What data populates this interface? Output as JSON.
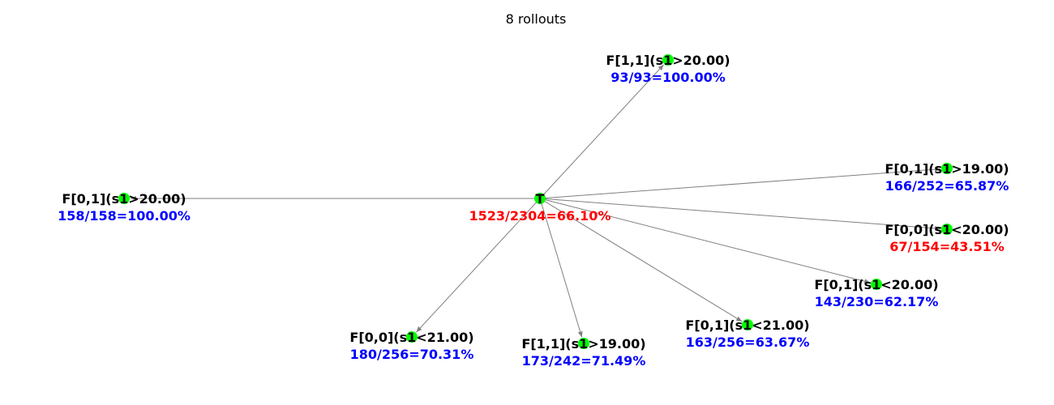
{
  "title": "8 rollouts",
  "colors": {
    "node_fill": "#00ff00",
    "edge": "#808080",
    "label_dark": "#000000",
    "stat_good": "#0000ff",
    "stat_bad": "#ff0000"
  },
  "root": {
    "label": "T",
    "stat": "1523/2304=66.10%",
    "stat_color": "red"
  },
  "children": [
    {
      "label": "F[1,1](s1>20.00)",
      "stat": "93/93=100.00%",
      "stat_color": "blue"
    },
    {
      "label": "F[0,1](s1>19.00)",
      "stat": "166/252=65.87%",
      "stat_color": "blue"
    },
    {
      "label": "F[0,0](s1<20.00)",
      "stat": "67/154=43.51%",
      "stat_color": "red"
    },
    {
      "label": "F[0,1](s1<20.00)",
      "stat": "143/230=62.17%",
      "stat_color": "blue"
    },
    {
      "label": "F[0,1](s1<21.00)",
      "stat": "163/256=63.67%",
      "stat_color": "blue"
    },
    {
      "label": "F[1,1](s1>19.00)",
      "stat": "173/242=71.49%",
      "stat_color": "blue"
    },
    {
      "label": "F[0,0](s1<21.00)",
      "stat": "180/256=70.31%",
      "stat_color": "blue"
    },
    {
      "label": "F[0,1](s1>20.00)",
      "stat": "158/158=100.00%",
      "stat_color": "blue"
    }
  ]
}
